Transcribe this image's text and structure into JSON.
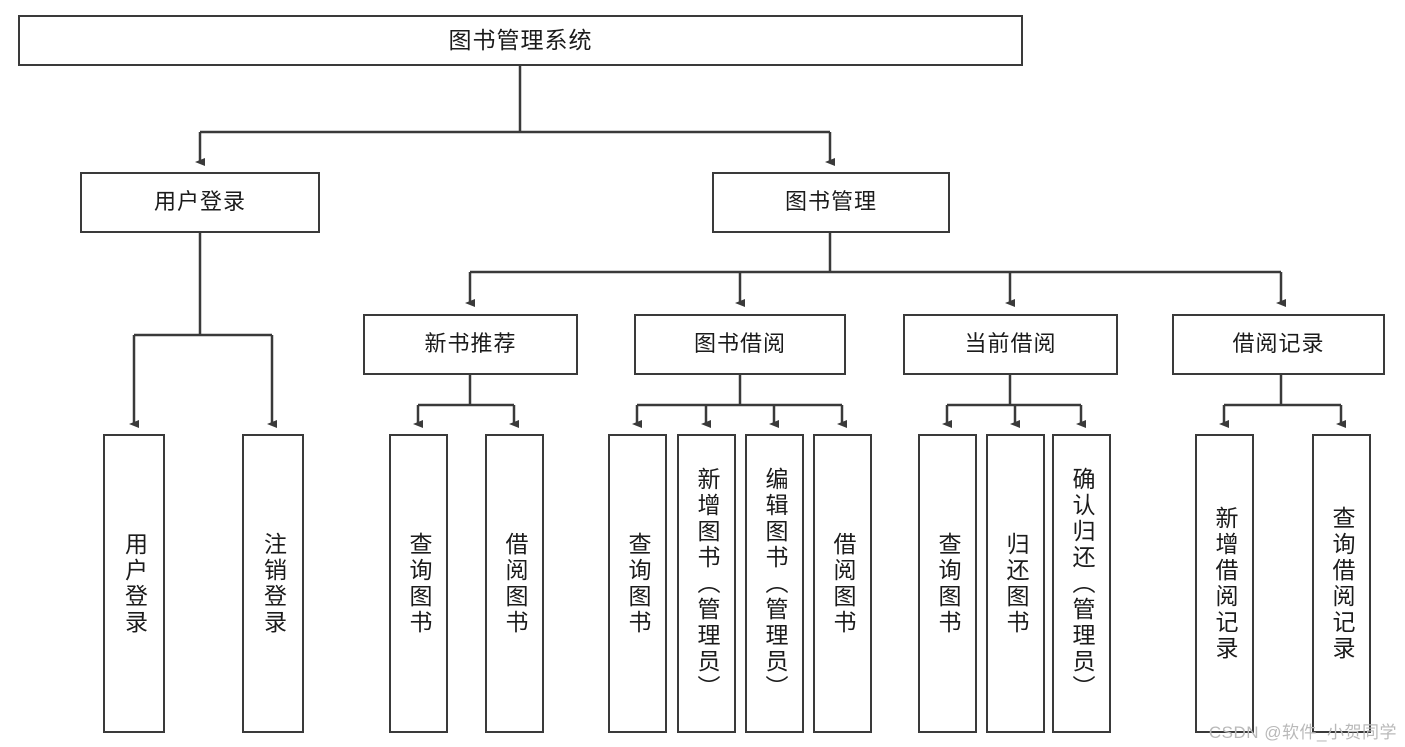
{
  "diagram": {
    "title": "图书管理系统",
    "watermark": "CSDN @软件_小贺同学",
    "line_color": "#3a3a3a",
    "box_fill": "#ffffff",
    "text_color": "#1b1b1b",
    "watermark_color": "#b9b9b9",
    "root": {
      "label": "图书管理系统"
    },
    "level1": [
      {
        "label": "用户登录"
      },
      {
        "label": "图书管理"
      }
    ],
    "level2": [
      {
        "label": "新书推荐"
      },
      {
        "label": "图书借阅"
      },
      {
        "label": "当前借阅"
      },
      {
        "label": "借阅记录"
      }
    ],
    "leaves": {
      "user_login": [
        {
          "label": "用户登录"
        },
        {
          "label": "注销登录"
        }
      ],
      "new_book_recommend": [
        {
          "label": "查询图书"
        },
        {
          "label": "借阅图书"
        }
      ],
      "book_borrow": [
        {
          "label": "查询图书"
        },
        {
          "label": "新增图书（管理员）"
        },
        {
          "label": "编辑图书（管理员）"
        },
        {
          "label": "借阅图书"
        }
      ],
      "current_borrow": [
        {
          "label": "查询图书"
        },
        {
          "label": "归还图书"
        },
        {
          "label": "确认归还（管理员）"
        }
      ],
      "borrow_record": [
        {
          "label": "新增借阅记录"
        },
        {
          "label": "查询借阅记录"
        }
      ]
    }
  }
}
